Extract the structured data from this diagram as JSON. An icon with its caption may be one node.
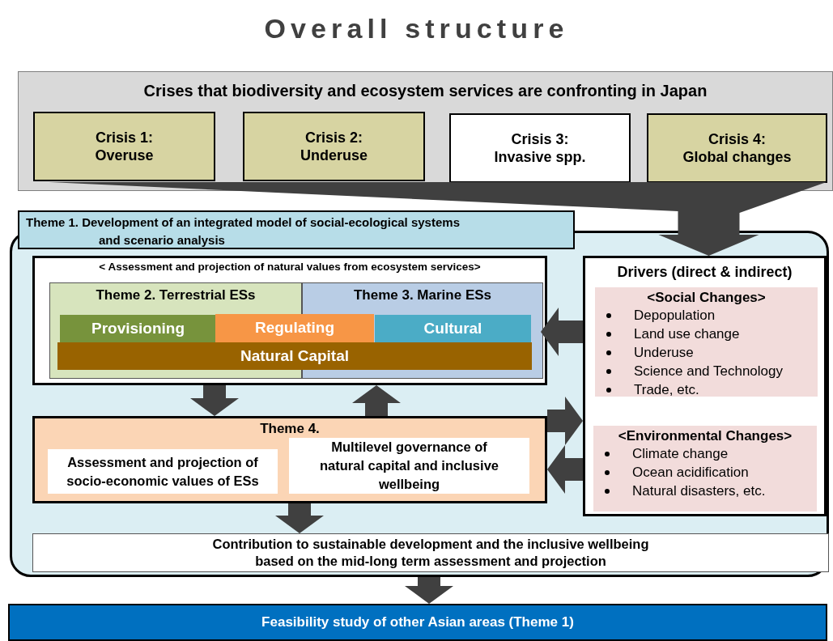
{
  "diagram": {
    "title": "Overall structure",
    "nodes": [
      {
        "text": [
          "Crises that biodiversity and ecosystem services are confronting in Japan"
        ]
      },
      {
        "text": [
          "Crisis 1:",
          "Overuse"
        ],
        "in": 0
      },
      {
        "text": [
          "Crisis 2:",
          "Underuse"
        ],
        "in": 0
      },
      {
        "text": [
          "Crisis 3:",
          "Invasive spp."
        ],
        "in": 0
      },
      {
        "text": [
          "Crisis 4:",
          "Global changes"
        ],
        "in": 0
      },
      {
        "text": [
          "Theme 1.  Development of an integrated model of social-ecological systems and scenario analysis"
        ]
      },
      {
        "text": [
          "< Assessment and projection of natural values from ecosystem services>"
        ],
        "in": 5
      },
      {
        "text": [
          "Theme 2.  Terrestrial ESs"
        ],
        "in": 6
      },
      {
        "text": [
          "Theme 3.  Marine ESs"
        ],
        "in": 6
      },
      {
        "text": [
          "Provisioning"
        ],
        "in": 7
      },
      {
        "text": [
          "Regulating"
        ],
        "in": 6
      },
      {
        "text": [
          "Cultural"
        ],
        "in": 8
      },
      {
        "text": [
          "Natural  Capital"
        ],
        "in": 6
      },
      {
        "text": [
          "Drivers  (direct & indirect)"
        ],
        "in": 5
      },
      {
        "text": [
          "<Social Changes>",
          "Depopulation",
          "Land use change",
          "Underuse",
          "Science and Technology",
          "Trade, etc."
        ],
        "in": 13
      },
      {
        "text": [
          "<Environmental Changes>",
          "Climate change",
          "Ocean acidification",
          "Natural disasters, etc."
        ],
        "in": 13
      },
      {
        "text": [
          "Theme 4."
        ],
        "in": 5
      },
      {
        "text": [
          "Assessment and projection of socio-economic values of ESs"
        ],
        "in": 16
      },
      {
        "text": [
          "Multilevel governance of natural capital and inclusive wellbeing"
        ],
        "in": 16
      },
      {
        "text": [
          "Contribution to sustainable development and the inclusive wellbeing based on the mid-long term assessment and projection"
        ],
        "in": 5
      },
      {
        "text": [
          "Feasibility study of other Asian areas (Theme 1)"
        ]
      }
    ],
    "edges": [
      {
        "from": 1,
        "to": 13,
        "arrow": "to",
        "style": "thick"
      },
      {
        "from": 2,
        "to": 13,
        "arrow": "to",
        "style": "thick"
      },
      {
        "from": 3,
        "to": 13,
        "arrow": "to",
        "style": "thick"
      },
      {
        "from": 4,
        "to": 13,
        "arrow": "to",
        "style": "thick"
      },
      {
        "from": 13,
        "to": 8,
        "arrow": "to",
        "style": "thick"
      },
      {
        "from": 16,
        "to": 13,
        "arrow": "to",
        "style": "thick"
      },
      {
        "from": 13,
        "to": 16,
        "arrow": "to",
        "style": "thick"
      },
      {
        "from": 6,
        "to": 16,
        "arrow": "to",
        "style": "thick"
      },
      {
        "from": 16,
        "to": 6,
        "arrow": "to",
        "style": "thick"
      },
      {
        "from": 16,
        "to": 19,
        "arrow": "to",
        "style": "thick"
      },
      {
        "from": 5,
        "to": 20,
        "arrow": "to",
        "style": "thick"
      }
    ]
  }
}
